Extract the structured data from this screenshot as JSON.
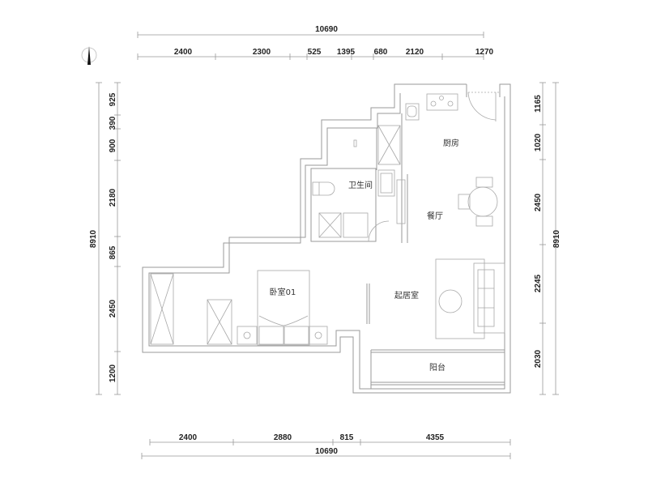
{
  "north_arrow": {
    "icon": "north-arrow-icon"
  },
  "dimensions": {
    "top_total": "10690",
    "top_segments": [
      "2400",
      "2300",
      "525",
      "1395",
      "680",
      "2120",
      "1270"
    ],
    "bottom_segments": [
      "2400",
      "2880",
      "815",
      "4355"
    ],
    "bottom_total": "10690",
    "left_total": "8910",
    "left_segments": [
      "925",
      "390",
      "900",
      "2180",
      "865",
      "2450",
      "1200"
    ],
    "right_segments": [
      "1165",
      "1020",
      "2450",
      "2245",
      "2030"
    ],
    "right_total": "8910"
  },
  "rooms": {
    "kitchen": "厨房",
    "bathroom": "卫生间",
    "dining": "餐厅",
    "bedroom": "卧室01",
    "living": "起居室",
    "balcony": "阳台"
  },
  "colors": {
    "wall": "#9a9a9a",
    "text": "#222222",
    "background": "#ffffff"
  }
}
